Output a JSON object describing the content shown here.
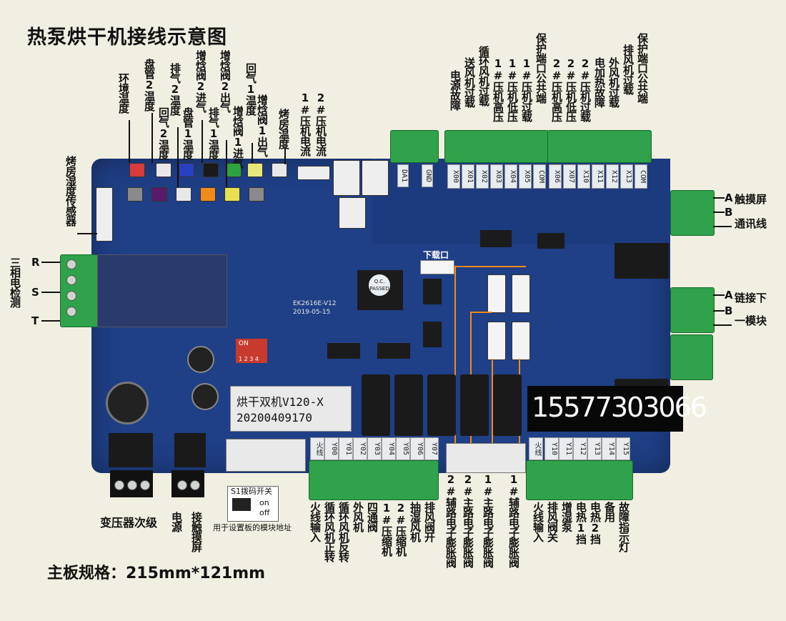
{
  "title": "热泵烘干机接线示意图",
  "spec": "主板规格：215mm*121mm",
  "top_labels": [
    "环境温度",
    "盘管2温度",
    "回气2温度",
    "排气2温度",
    "盘管1温度",
    "增焓阀2进气",
    "排气1温度",
    "增焓阀2出气",
    "增焓阀1进气",
    "回气1温度",
    "增焓阀1出气",
    "烤房温度",
    "1#压机电流",
    "2#压机电流"
  ],
  "left_labels": {
    "humidity": "烤房湿度传感器",
    "three_phase": "三相电检测",
    "r": "R",
    "s": "S",
    "t": "T"
  },
  "right_top_labels": [
    "电源故障",
    "送风机过载",
    "循环风机过载",
    "1#压机高压",
    "1#压机低压",
    "1#压机过载",
    "保护端口公共端",
    "2#压机高压",
    "2#压机低压",
    "2#压机过载",
    "电加热故障",
    "外风机过载",
    "排风机过载",
    "保护端口公共端"
  ],
  "right_side": {
    "touch_a": "A",
    "touch_b": "B",
    "touch_1": "触摸屏",
    "touch_2": "通讯线",
    "link_a": "A",
    "link_b": "B",
    "link_1": "链接下",
    "link_2": "一模块"
  },
  "pin_top_left": [
    "DA1",
    "GND"
  ],
  "pin_top_right": [
    "X00",
    "X01",
    "X02",
    "X03",
    "X04",
    "X05",
    "COM",
    "X06",
    "X07",
    "X10",
    "X11",
    "X12",
    "X13",
    "COM"
  ],
  "pin_bottom_left": [
    "火线",
    "Y00",
    "Y01",
    "Y02",
    "Y03",
    "Y04",
    "Y05",
    "Y06",
    "Y07"
  ],
  "pin_bottom_right": [
    "火线",
    "Y10",
    "Y11",
    "Y12",
    "Y13",
    "Y14",
    "Y15"
  ],
  "bottom_labels_left": [
    "火线输入",
    "循环风机正转",
    "循环风机反转",
    "外风机",
    "四通阀",
    "1#压缩机",
    "2#压缩机",
    "抽湿风机",
    "排风阀开"
  ],
  "bottom_mid_labels": [
    "2#辅路电子膨胀阀",
    "2#主路电子膨胀阀",
    "1#主路电子膨胀阀",
    "1#辅路电子膨胀阀"
  ],
  "bottom_labels_right": [
    "火线输入",
    "排风阀关",
    "增湿泵",
    "电热1挡",
    "电热2挡",
    "备用",
    "故障指示灯"
  ],
  "bottom_misc": {
    "transformer": "变压器次级",
    "power": "电源",
    "touch": "接触摸屏",
    "dip_title": "S1拨码开关",
    "dip_on": "on",
    "dip_off": "off",
    "dip_note": "用于设置板的模块地址"
  },
  "board_text": {
    "model": "烘干双机V120-X",
    "serial": "20200409170",
    "phone": "15577303066",
    "download": "下载口",
    "dip_switch": "ON",
    "dip_nums": "1 2 3 4",
    "chip_code": "EK2616E-V12",
    "chip_date": "2019-05-15",
    "qc": "Q.C. PASSED"
  },
  "colors": {
    "board": "#1f3f86",
    "terminal": "#2fa24b",
    "background": "#f1efe1",
    "orange_wire": "#f08a1c"
  }
}
